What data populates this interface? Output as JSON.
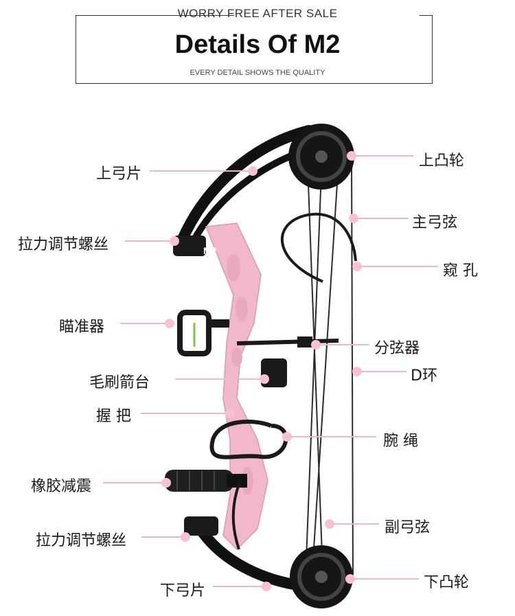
{
  "header": {
    "kicker": "WORRY FREE AFTER SALE",
    "title": "Details Of M2",
    "subtitle": "EVERY DETAIL SHOWS THE QUALITY"
  },
  "product": {
    "model_mark": "M2",
    "riser_color": "#f0b8c8",
    "limb_color": "#111111",
    "accent_color": "#f2b6c8"
  },
  "callouts": {
    "upper_limb": "上弓片",
    "upper_cam": "上凸轮",
    "main_string": "主弓弦",
    "draw_screw_top": "拉力调节螺丝",
    "peep": "窥 孔",
    "sight": "瞄准器",
    "cable_slide": "分弦器",
    "arrow_rest": "毛刷箭台",
    "d_loop": "D环",
    "grip": "握 把",
    "wrist_sling": "腕 绳",
    "stabilizer": "橡胶减震",
    "buss_cable": "副弓弦",
    "draw_screw_bottom": "拉力调节螺丝",
    "lower_limb": "下弓片",
    "lower_cam": "下凸轮"
  }
}
